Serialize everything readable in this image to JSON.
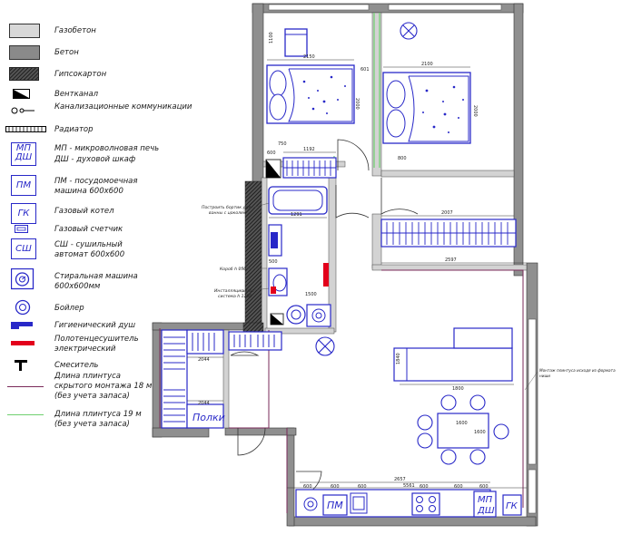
{
  "legend": {
    "gasconcrete": "Газобетон",
    "concrete": "Бетон",
    "drywall": "Гипсокартон",
    "vent": "Вентканал",
    "sewer": "Канализационные коммуникации",
    "radiator": "Радиатор",
    "mp_code1": "МП",
    "mp_code2": "ДШ",
    "mp_line1": "МП - микроволновая печь",
    "mp_line2": "ДШ - духовой шкаф",
    "pm_code": "ПМ",
    "pm_line1": "ПМ - посудомоечная",
    "pm_line2": "машина 600х600",
    "gk_code": "ГК",
    "gk_text": "Газовый котел",
    "gas_meter": "Газовый счетчик",
    "sh_code": "СШ",
    "sh_line1": "СШ - сушильный",
    "sh_line2": "автомат 600х600",
    "wm_line1": "Стиральная машина",
    "wm_line2": "600х600мм",
    "boiler": "Бойлер",
    "shower": "Гигиенический душ",
    "towel_line1": "Полотенцесушитель",
    "towel_line2": "электрический",
    "mixer": "Смеситель",
    "plinth1_line1": "Длина плинтуса",
    "plinth1_line2": "скрытого монтажа 18 м",
    "plinth1_line3": "(без учета запаса)",
    "plinth2_line1": "Длина плинтуса 19 м",
    "plinth2_line2": "(без учета запаса)"
  },
  "plan": {
    "dims": {
      "bed1_w": "2150",
      "bed1_h": "2000",
      "bed1_gap": "601",
      "bed1_side": "750",
      "bed1_top": "1100",
      "bed2_w": "2100",
      "bed2_h": "2000",
      "bed2_side": "800",
      "wardrobe1_w": "1192",
      "wardrobe1_side": "600",
      "bath": "1291",
      "radiator_len": "2007",
      "hall_w": "2597",
      "boiler_room": "1500",
      "sofa": "1800",
      "table_a": "1600",
      "table_b": "1600",
      "kitchen_run": "2657",
      "kitchen_total": "5561",
      "closet_a": "2044",
      "closet_b": "2044",
      "hall_depth": "1840",
      "shelf": "500",
      "m1": "600",
      "m2": "600",
      "m3": "600",
      "m4": "600",
      "m5": "600",
      "m6": "600"
    },
    "notes": {
      "shower_note_l1": "Построить бортик для",
      "shower_note_l2": "ванны с цоколем",
      "box_note": "Короб h 150",
      "install_l1": "Инсталляционная",
      "install_l2": "система h 1200",
      "plinth_note_l1": "Монтаж плинтуса исходя из формата",
      "plinth_note_l2": "ниши"
    },
    "labels": {
      "shelves": "Полки",
      "pm": "ПМ",
      "mp": "МП",
      "dsh": "ДШ",
      "gk": "ГК"
    }
  }
}
